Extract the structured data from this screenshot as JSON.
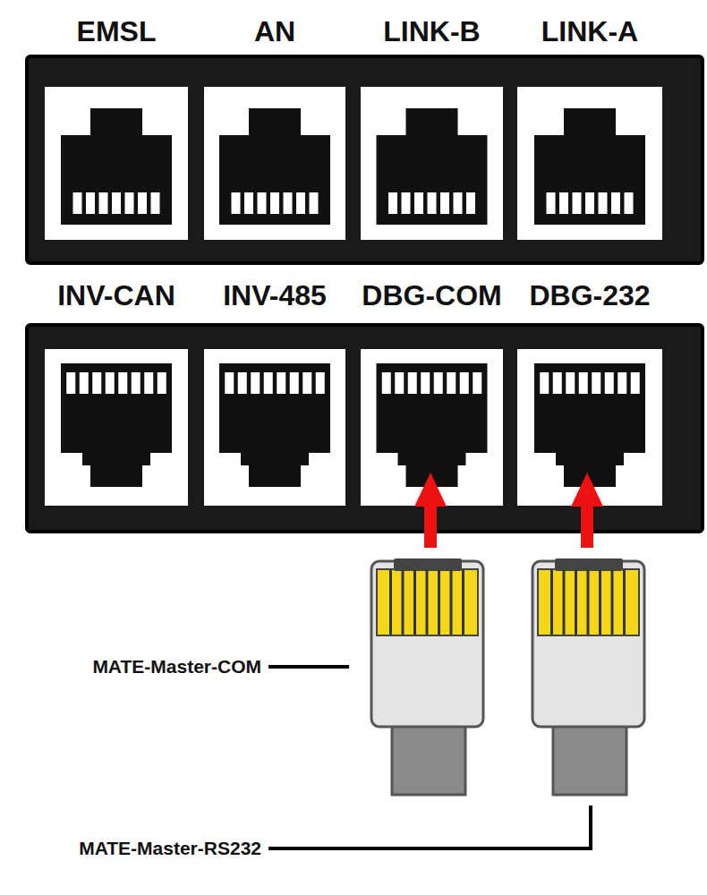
{
  "diagram": {
    "nodes": [
      {
        "text": [
          "EMSL"
        ]
      },
      {
        "text": [
          "AN"
        ]
      },
      {
        "text": [
          "LINK-B"
        ]
      },
      {
        "text": [
          "LINK-A"
        ]
      },
      {
        "text": [
          "INV-CAN"
        ]
      },
      {
        "text": [
          "INV-485"
        ]
      },
      {
        "text": [
          "DBG-COM"
        ]
      },
      {
        "text": [
          "DBG-232"
        ]
      }
    ],
    "labels": [
      "MATE-Master-COM",
      "MATE-Master-RS232"
    ]
  }
}
